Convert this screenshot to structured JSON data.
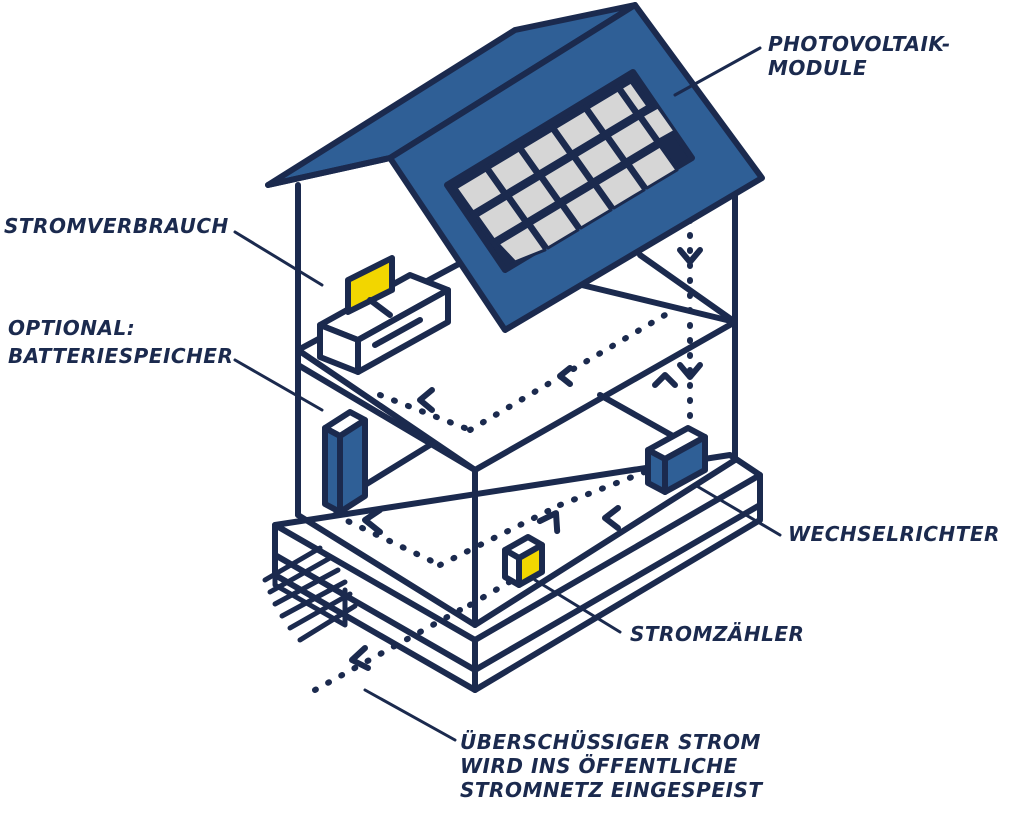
{
  "labels": {
    "photovoltaik_line1": "PHOTOVOLTAIK-",
    "photovoltaik_line2": "MODULE",
    "stromverbrauch": "STROMVERBRAUCH",
    "optional_line1": "OPTIONAL:",
    "optional_line2": "BATTERIESPEICHER",
    "wechselrichter": "WECHSELRICHTER",
    "stromzaehler": "STROMZÄHLER",
    "ueberschuss_line1": "ÜBERSCHÜSSIGER STROM",
    "ueberschuss_line2": "WIRD INS ÖFFENTLICHE",
    "ueberschuss_line3": "STROMNETZ EINGESPEIST"
  },
  "colors": {
    "outline": "#1b2a4e",
    "roof_blue": "#2f5f96",
    "panel_grey": "#d6d6d6",
    "accent_yellow": "#f2d600",
    "background": "#ffffff"
  }
}
